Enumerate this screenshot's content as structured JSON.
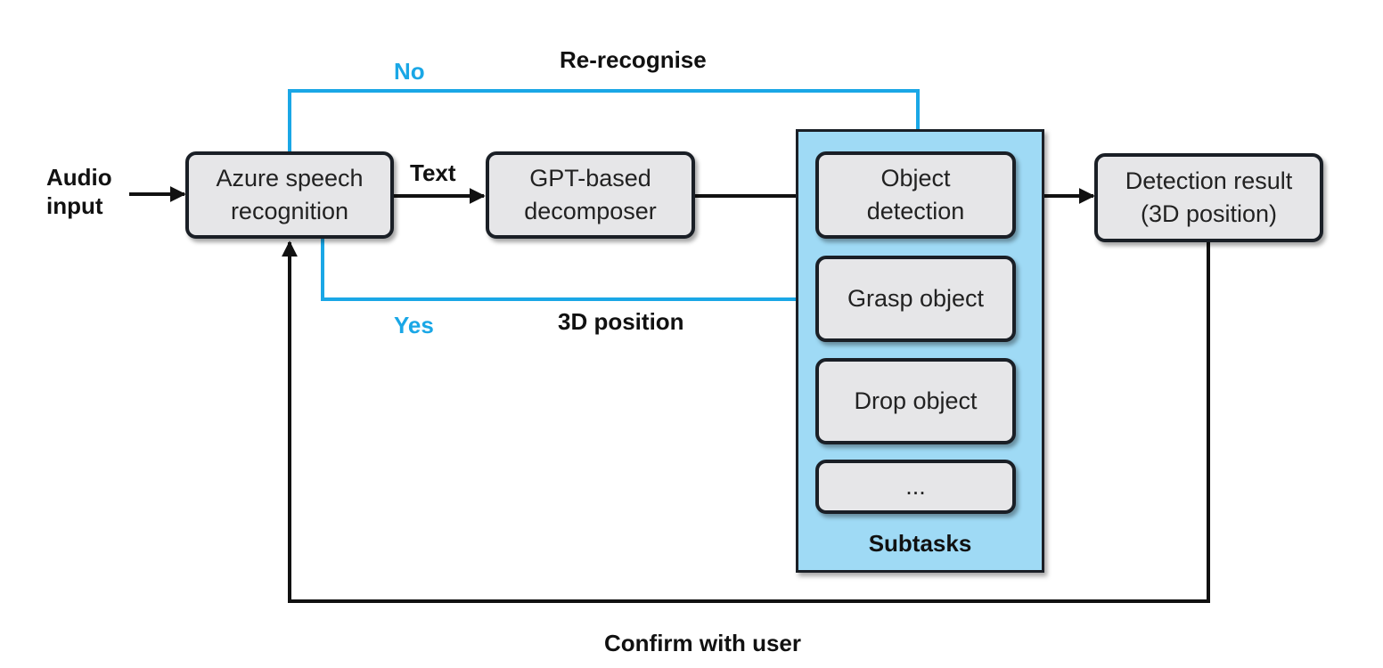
{
  "colors": {
    "edge": "#111111",
    "branch": "#1aa7e6",
    "node_fill": "#e6e6e8",
    "group_fill": "#9fdaf5"
  },
  "nodes": {
    "azure": "Azure speech\nrecognition",
    "gpt": "GPT-based\ndecomposer",
    "object_detection": "Object\ndetection",
    "grasp": "Grasp object",
    "drop": "Drop object",
    "more": "...",
    "result": "Detection result\n(3D position)"
  },
  "group": {
    "label": "Subtasks"
  },
  "labels": {
    "audio_input": "Audio\ninput",
    "text": "Text",
    "no": "No",
    "re_recognise": "Re-recognise",
    "yes": "Yes",
    "position": "3D position",
    "confirm": "Confirm with user"
  }
}
